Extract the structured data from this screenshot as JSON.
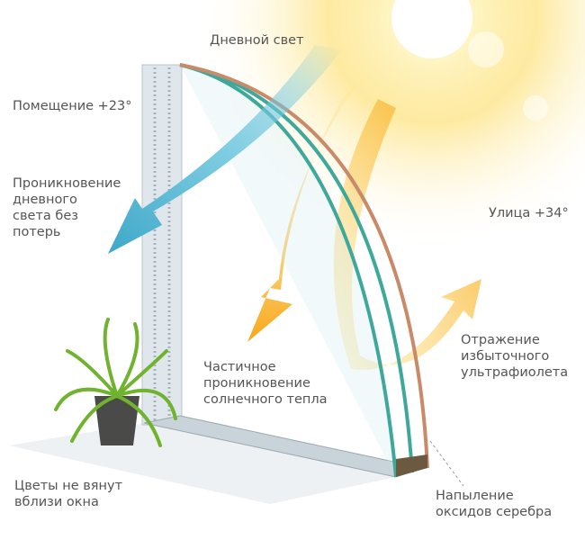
{
  "labels": {
    "daylight": "Дневной свет",
    "room_temp": "Помещение +23°",
    "daylight_penetration": "Проникновение\nдневного\nсвета без\nпотерь",
    "outside_temp": "Улица +34°",
    "uv_reflection": "Отражение\nизбыточного\nультрафиолета",
    "partial_heat": "Частичное\nпроникновение\nсолнечного тепла",
    "flowers": "Цветы не вянут\nвблизи окна",
    "silver_coating": "Напыление\nоксидов серебра"
  },
  "colors": {
    "text": "#555555",
    "sun": "#fde58a",
    "blue_arrow": "#5bbcd6",
    "orange_arrow": "#f8a81a",
    "glass": "#3ea89a"
  }
}
